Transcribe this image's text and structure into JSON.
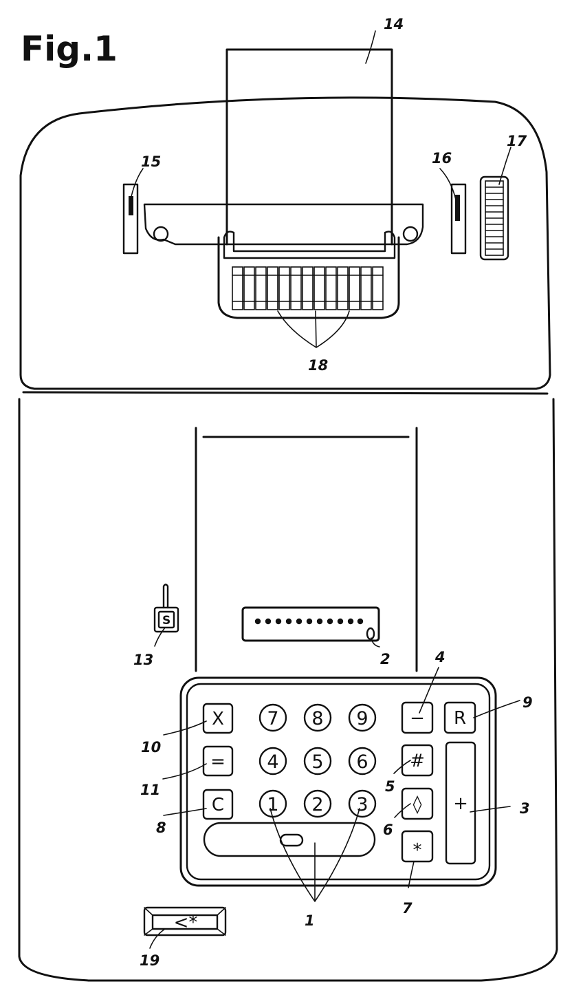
{
  "figure_title": "Fig.1",
  "refs": {
    "r1": "1",
    "r2": "2",
    "r3": "3",
    "r4": "4",
    "r5": "5",
    "r6": "6",
    "r7": "7",
    "r8": "8",
    "r9": "9",
    "r10": "10",
    "r11": "11",
    "r13": "13",
    "r14": "14",
    "r15": "15",
    "r16": "16",
    "r17": "17",
    "r18": "18",
    "r19": "19"
  },
  "keys": {
    "k7": "7",
    "k8": "8",
    "k9": "9",
    "k4": "4",
    "k5": "5",
    "k6": "6",
    "k1": "1",
    "k2": "2",
    "k3": "3",
    "mult": "X",
    "eq": "=",
    "clear": "C",
    "minus": "−",
    "repeat": "R",
    "hash": "#",
    "diamond": "◊",
    "star": "*",
    "plus": "+",
    "s_key": "S",
    "lt_star": "<*"
  }
}
